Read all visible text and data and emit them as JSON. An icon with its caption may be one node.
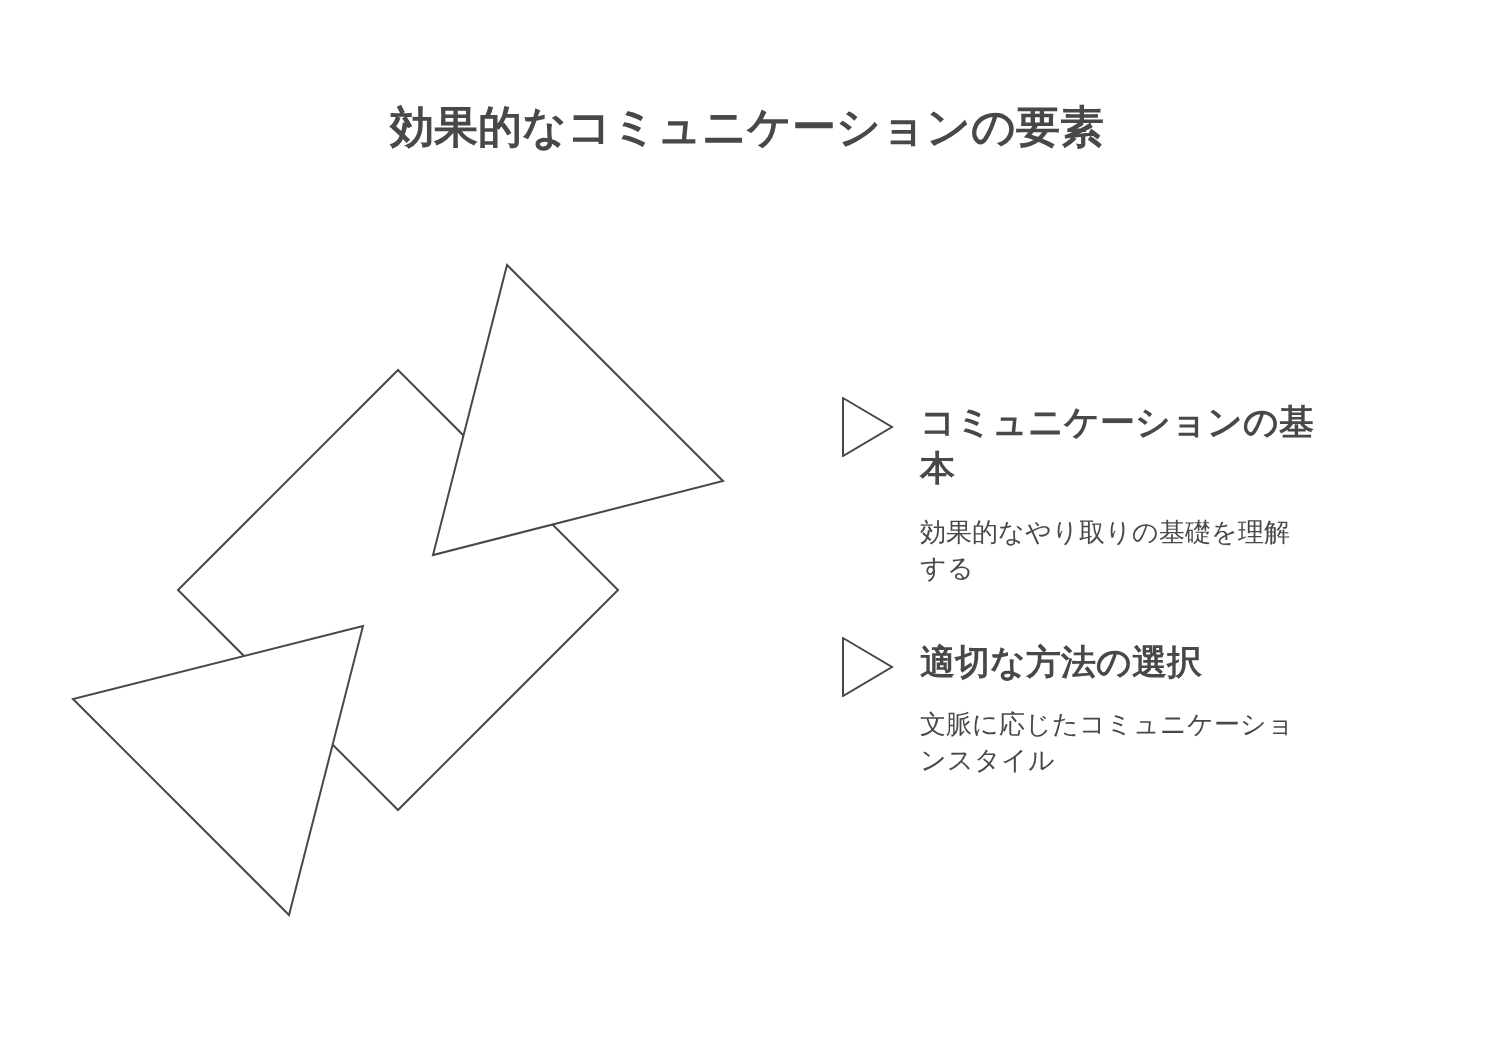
{
  "diagram": {
    "title": "効果的なコミュニケーションの要素",
    "labels": [
      "コミュニケーションの基本",
      "効果的なやり取りの基礎を理解する",
      "適切な方法の選択",
      "文脈に応じたコミュニケーションスタイル"
    ]
  }
}
